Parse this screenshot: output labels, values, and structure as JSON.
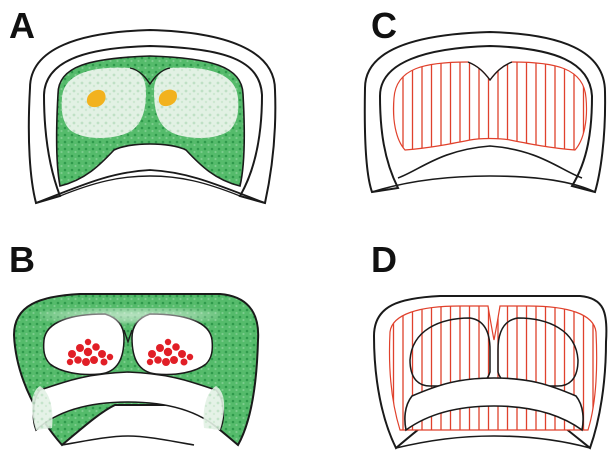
{
  "panels": {
    "a": {
      "letter": "A"
    },
    "b": {
      "letter": "B"
    },
    "c": {
      "letter": "C"
    },
    "d": {
      "letter": "D"
    }
  },
  "colors": {
    "outline": "#1a1a1a",
    "green_tissue": "#46b260",
    "pale_green": "#cfe8d2",
    "orange_nucleus": "#f2b21e",
    "red_cells": "#e11f27",
    "hatch_red": "#e0412c"
  }
}
